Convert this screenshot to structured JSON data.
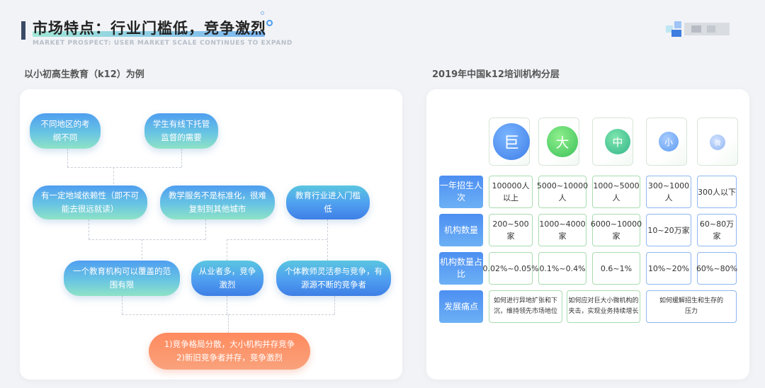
{
  "header": {
    "title": "市场特点：行业门槛低，竞争激烈",
    "subtitle": "MARKET PROSPECT: USER MARKET SCALE CONTINUES TO EXPAND"
  },
  "left": {
    "label": "以小初高生教育（k12）为例",
    "nodes": {
      "n1": "不同地区的考纲不同",
      "n2": "学生有线下托管监督的需要",
      "n3": "有一定地域依赖性（即不可能去很远就读）",
      "n4": "教学服务不是标准化，很难复制到其他城市",
      "n5": "教育行业进入门槛低",
      "n6": "一个教育机构可以覆盖的范围有限",
      "n7": "从业者多，竞争激烈",
      "n8": "个体教师灵活参与竞争，有源源不断的竞争者",
      "n9a": "1)竞争格局分散，大小机构并存竞争",
      "n9b": "2)新旧竞争者并存，竞争激烈"
    }
  },
  "right": {
    "label": "2019年中国k12培训机构分层",
    "sizes": [
      "巨",
      "大",
      "中",
      "小",
      "微"
    ],
    "rows": [
      {
        "head": "一年招生人次",
        "cells": [
          "100000人以上",
          "5000~10000人",
          "1000~5000人",
          "300~1000人",
          "300人以下"
        ]
      },
      {
        "head": "机构数量",
        "cells": [
          "200~500家",
          "1000~4000家",
          "6000~10000家",
          "10~20万家",
          "60~80万家"
        ]
      },
      {
        "head": "机构数量占比",
        "cells": [
          "0.02%~0.05%",
          "0.1%~0.4%",
          "0.6~1%",
          "10%~20%",
          "60%~80%"
        ]
      },
      {
        "head": "发展痛点",
        "cells": [
          "如何进行异地扩张和下沉，维持领先市场地位",
          "如何应对巨大小微机构的夹击，实现业务持续增长",
          "如何缓解招生和生存的压力"
        ]
      }
    ]
  },
  "colors": {
    "blue": "#4d8ff2",
    "green": "#5cc98a",
    "orange": "#ff8a5e"
  }
}
